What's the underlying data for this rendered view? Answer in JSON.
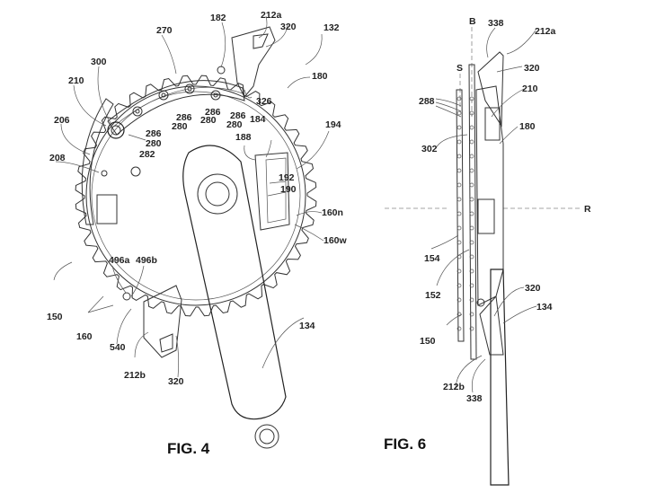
{
  "figures": [
    {
      "id": "fig4",
      "caption": "FIG. 4",
      "labels": {
        "l132": "132",
        "l182": "182",
        "l212a": "212a",
        "l320a": "320",
        "l270": "270",
        "l300": "300",
        "l210": "210",
        "l206": "206",
        "l208": "208",
        "l180": "180",
        "l326": "326",
        "l286a": "286",
        "l286b": "286",
        "l286c": "286",
        "l286d": "286",
        "l280a": "280",
        "l280b": "280",
        "l280c": "280",
        "l280d": "280",
        "l282": "282",
        "l184": "184",
        "l188": "188",
        "l194": "194",
        "l192": "192",
        "l190": "190",
        "l160n": "160n",
        "l160w": "160w",
        "l496a": "496a",
        "l496b": "496b",
        "l150": "150",
        "l160": "160",
        "l540": "540",
        "l212b": "212b",
        "l320b": "320",
        "l134": "134"
      }
    },
    {
      "id": "fig6",
      "caption": "FIG. 6",
      "labels": {
        "lB": "B",
        "l338a": "338",
        "l212a": "212a",
        "lS": "S",
        "l320a": "320",
        "l210": "210",
        "l288": "288",
        "l180": "180",
        "l302": "302",
        "lR": "R",
        "l154": "154",
        "l152": "152",
        "l320b": "320",
        "l134": "134",
        "l150": "150",
        "l212b": "212b",
        "l338b": "338"
      }
    }
  ]
}
